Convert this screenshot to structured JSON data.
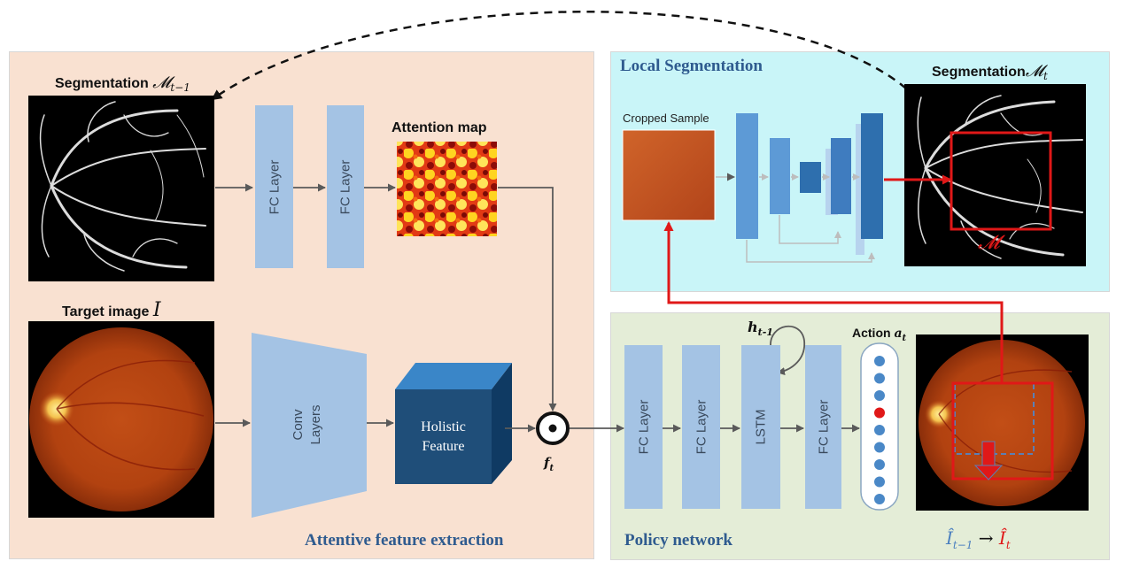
{
  "panels": {
    "attentive": {
      "title": "Attentive feature extraction"
    },
    "local": {
      "title": "Local Segmentation"
    },
    "policy": {
      "title": "Policy network"
    }
  },
  "labels": {
    "seg_prev_prefix": "Segmentation ",
    "seg_prev_math": "𝓜",
    "seg_prev_sub": "t−1",
    "target_prefix": "Target image ",
    "target_math": "I",
    "attention": "Attention map",
    "cropped": "Cropped Sample",
    "seg_cur_prefix": "Segmentation",
    "seg_cur_math": "𝓜",
    "seg_cur_sub": "t",
    "mask_math": "𝓜",
    "h_main": "h",
    "h_sub": "t-1",
    "action_prefix": "Action ",
    "action_main": "a",
    "action_sub": "t",
    "ft_main": "f",
    "ft_sub": "t",
    "out_prev": "Î",
    "out_prev_sub": "t−1",
    "out_arrow": "→",
    "out_cur": "Î",
    "out_cur_sub": "t"
  },
  "blocks": {
    "fc1": "FC Layer",
    "fc2": "FC Layer",
    "conv_line1": "Conv",
    "conv_line2": "Layers",
    "holistic_line1": "Holistic",
    "holistic_line2": "Feature",
    "pfc1": "FC Layer",
    "pfc2": "FC Layer",
    "lstm": "LSTM",
    "pfc3": "FC Layer"
  },
  "action_vector": {
    "count": 9,
    "selected_index": 3
  },
  "colors": {
    "attentive_bg": "#f9e1d1",
    "local_bg": "#c9f5f8",
    "policy_bg": "#e4edd7",
    "layer_blue": "#a4c3e4",
    "title_blue": "#2f5b8f",
    "red": "#e01818",
    "unet_blue": "#4a88c7",
    "holistic": "#1f4e79"
  }
}
